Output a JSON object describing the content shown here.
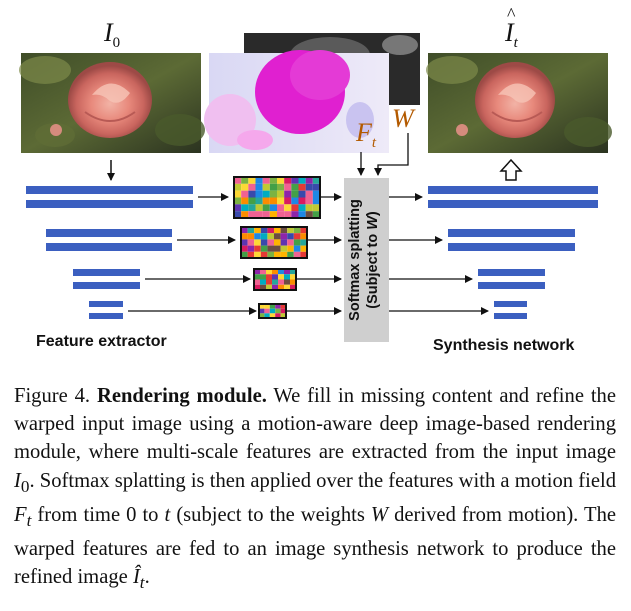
{
  "labels": {
    "input_image": "I",
    "input_image_sub": "0",
    "output_image": "I",
    "output_image_sub": "t",
    "motion_field": "F",
    "motion_field_sub": "t",
    "weights": "W",
    "splatting_line1": "Softmax splatting",
    "splatting_line2": "(Subject to W)",
    "feature_extractor": "Feature extractor",
    "synthesis_network": "Synthesis network"
  },
  "caption": {
    "figure_no": "Figure 4.",
    "title": "Rendering module.",
    "text1": "We fill in missing content and refine the warped input image using a motion-aware deep image-based rendering module, where multi-scale features are extracted from the input image",
    "sym_I": "I",
    "sym_I_sub": "0",
    "text2": ". Softmax splatting is then applied over the features with a motion field",
    "sym_F": "F",
    "sym_F_sub": "t",
    "text3": "from time 0 to",
    "sym_t": "t",
    "text4": "(subject to the weights",
    "sym_W": "W",
    "text5": "derived from motion). The warped features are fed to an image synthesis network to produce the refined image",
    "sym_It": "Î",
    "sym_It_sub": "t",
    "text6": "."
  },
  "colors": {
    "feature_bar": "#3b5fc0",
    "splat_box": "#cfcfcf",
    "arrow": "#111111",
    "flow_magenta": "#e020d0",
    "accent_orange": "#b35a00"
  }
}
